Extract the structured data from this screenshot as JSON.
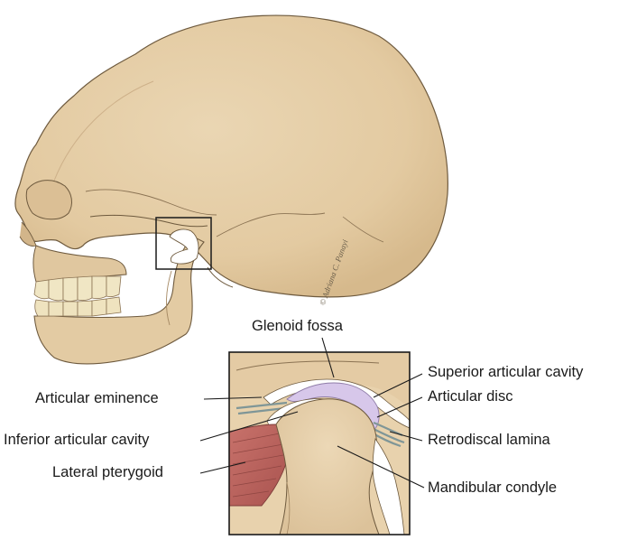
{
  "labels": {
    "glenoid_fossa": "Glenoid fossa",
    "superior_articular_cavity": "Superior articular cavity",
    "articular_disc": "Articular disc",
    "articular_eminence": "Articular eminence",
    "retrodiscal_lamina": "Retrodiscal lamina",
    "inferior_articular_cavity": "Inferior articular cavity",
    "lateral_pterygoid": "Lateral pterygoid",
    "mandibular_condyle": "Mandibular condyle"
  },
  "credit": "© Adriana C. Panayi",
  "colors": {
    "bone": "#e6cfa9",
    "bone_shadow": "#c9ab7e",
    "outline": "#6e5a3e",
    "teeth": "#f0e6c4",
    "disc": "#d7c7ea",
    "muscle": "#b5625d",
    "ligament": "#8ea3a4",
    "leader": "#1a1a1a"
  }
}
